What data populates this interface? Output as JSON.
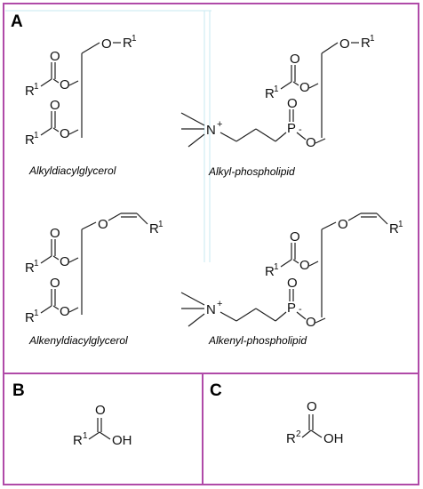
{
  "panels": {
    "a": "A",
    "b": "B",
    "c": "C"
  },
  "captions": {
    "alkyldiacylglycerol": "Alkyldiacylglycerol",
    "alkyl_phospholipid": "Alkyl-phospholipid",
    "alkenyldiacylglycerol": "Alkenyldiacylglycerol",
    "alkenyl_phospholipid": "Alkenyl-phospholipid"
  },
  "atoms": {
    "oxygen": "O",
    "phosphorus": "P",
    "nitrogen": "N",
    "r": "R",
    "oh": "OH"
  },
  "superscripts": {
    "one": "1",
    "two": "2"
  },
  "charges": {
    "plus": "+",
    "minus": "-"
  },
  "colors": {
    "frame": "#b04aa8",
    "bond": "#222222",
    "guide": "#c7e8f2"
  }
}
